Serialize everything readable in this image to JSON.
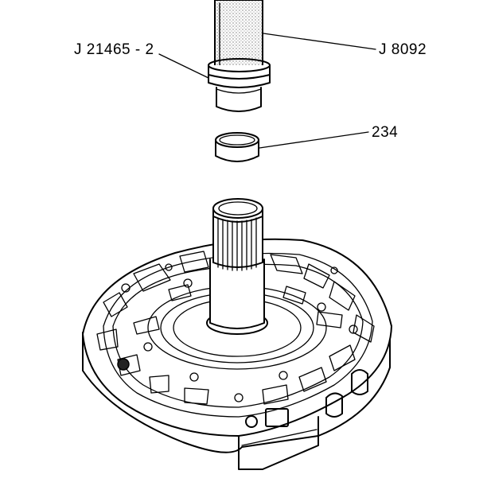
{
  "callouts": {
    "driver_handle": "J 8092",
    "installer": "J 21465 - 2",
    "bushing": "234"
  },
  "colors": {
    "line": "#000000",
    "background": "#ffffff",
    "shading": "#c8c8c8"
  }
}
